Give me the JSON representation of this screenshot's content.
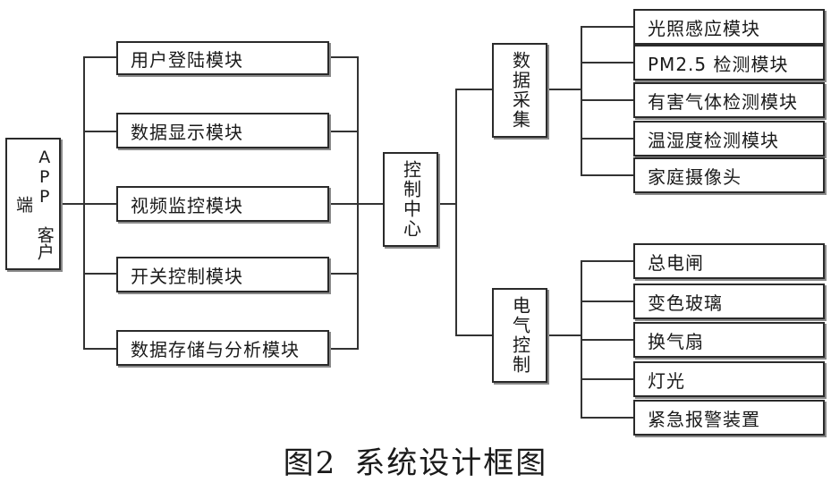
{
  "diagram": {
    "app_client": "APP 客户端",
    "app_modules": [
      "用户登陆模块",
      "数据显示模块",
      "视频监控模块",
      "开关控制模块",
      "数据存储与分析模块"
    ],
    "control_center": "控制中心",
    "data_collection": {
      "label": "数据采集",
      "items": [
        "光照感应模块",
        "PM2.5 检测模块",
        "有害气体检测模块",
        "温湿度检测模块",
        "家庭摄像头"
      ]
    },
    "electrical_control": {
      "label": "电气控制",
      "items": [
        "总电闸",
        "变色玻璃",
        "换气扇",
        "灯光",
        "紧急报警装置"
      ]
    }
  },
  "caption": {
    "figure_number": "图2",
    "title": "系统设计框图"
  }
}
